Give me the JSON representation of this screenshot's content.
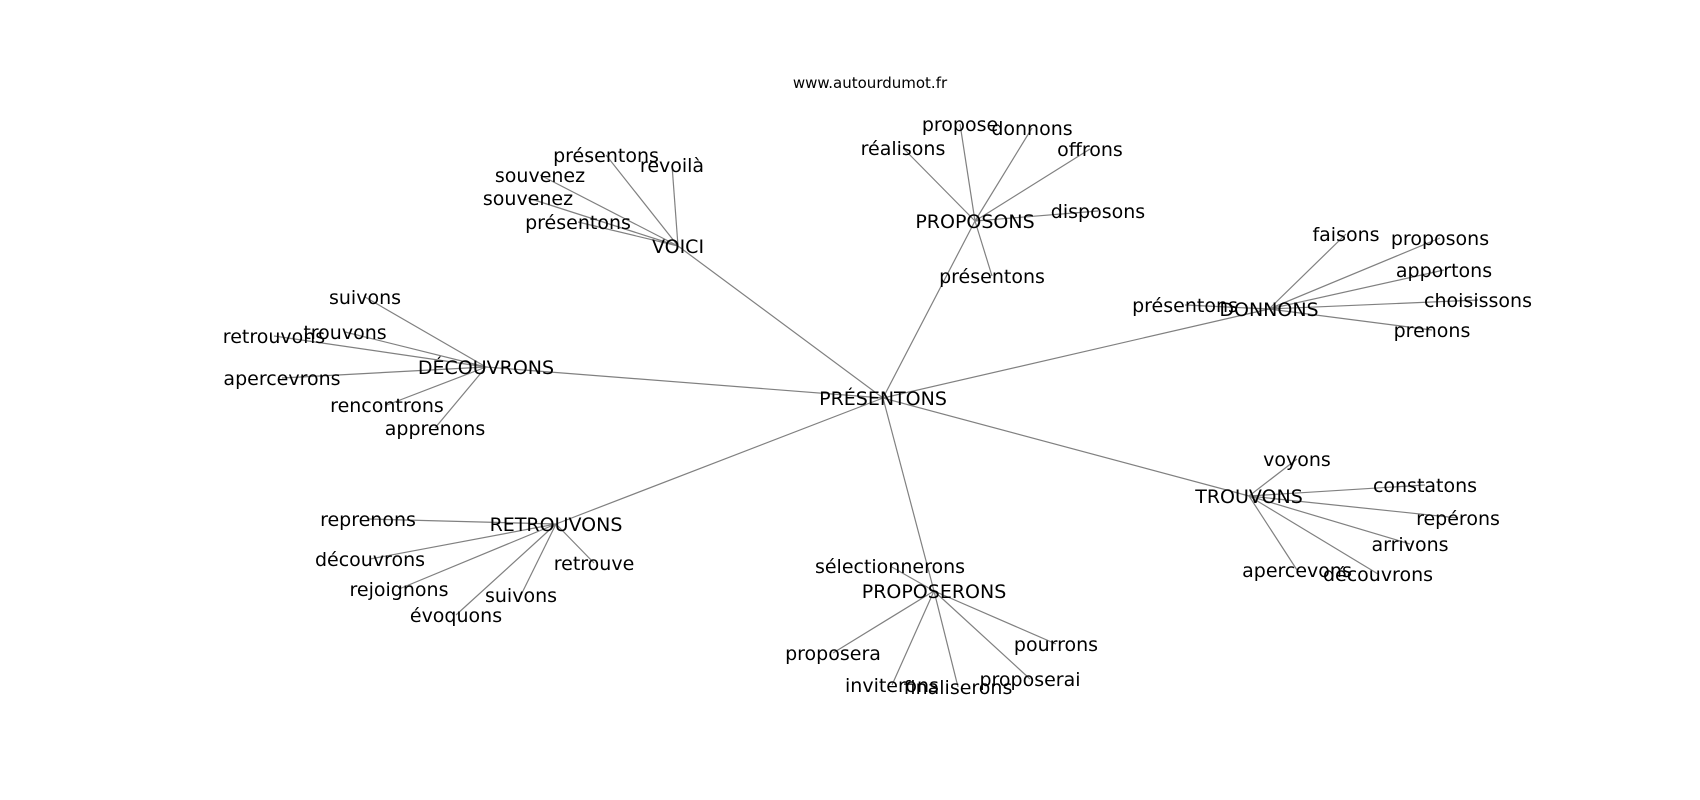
{
  "site": "www.autourdumot.fr",
  "colors": {
    "edge": "#808080",
    "text": "#000000",
    "background": "#ffffff"
  },
  "graph": {
    "center": "PRÉSENTONS",
    "hubs": [
      {
        "id": "voici",
        "label": "VOICI",
        "leaves": [
          "présentons",
          "revoilà",
          "souvenez",
          "souvenez",
          "présentons"
        ]
      },
      {
        "id": "proposons",
        "label": "PROPOSONS",
        "leaves": [
          "propose",
          "donnons",
          "réalisons",
          "offrons",
          "disposons",
          "présentons"
        ]
      },
      {
        "id": "donnons",
        "label": "DONNONS",
        "leaves": [
          "faisons",
          "proposons",
          "apportons",
          "choisissons",
          "prenons",
          "présentons"
        ]
      },
      {
        "id": "decouvrons",
        "label": "DÉCOUVRONS",
        "leaves": [
          "suivons",
          "trouvons",
          "retrouvons",
          "apercevrons",
          "rencontrons",
          "apprenons"
        ]
      },
      {
        "id": "trouvons",
        "label": "TROUVONS",
        "leaves": [
          "voyons",
          "constatons",
          "repérons",
          "arrivons",
          "découvrons",
          "apercevons"
        ]
      },
      {
        "id": "retrouvons",
        "label": "RETROUVONS",
        "leaves": [
          "reprenons",
          "découvrons",
          "retrouve",
          "rejoignons",
          "suivons",
          "évoquons"
        ]
      },
      {
        "id": "proposerons",
        "label": "PROPOSERONS",
        "leaves": [
          "sélectionnerons",
          "proposera",
          "pourrons",
          "proposerai",
          "inviterons",
          "finaliserons"
        ]
      }
    ]
  }
}
